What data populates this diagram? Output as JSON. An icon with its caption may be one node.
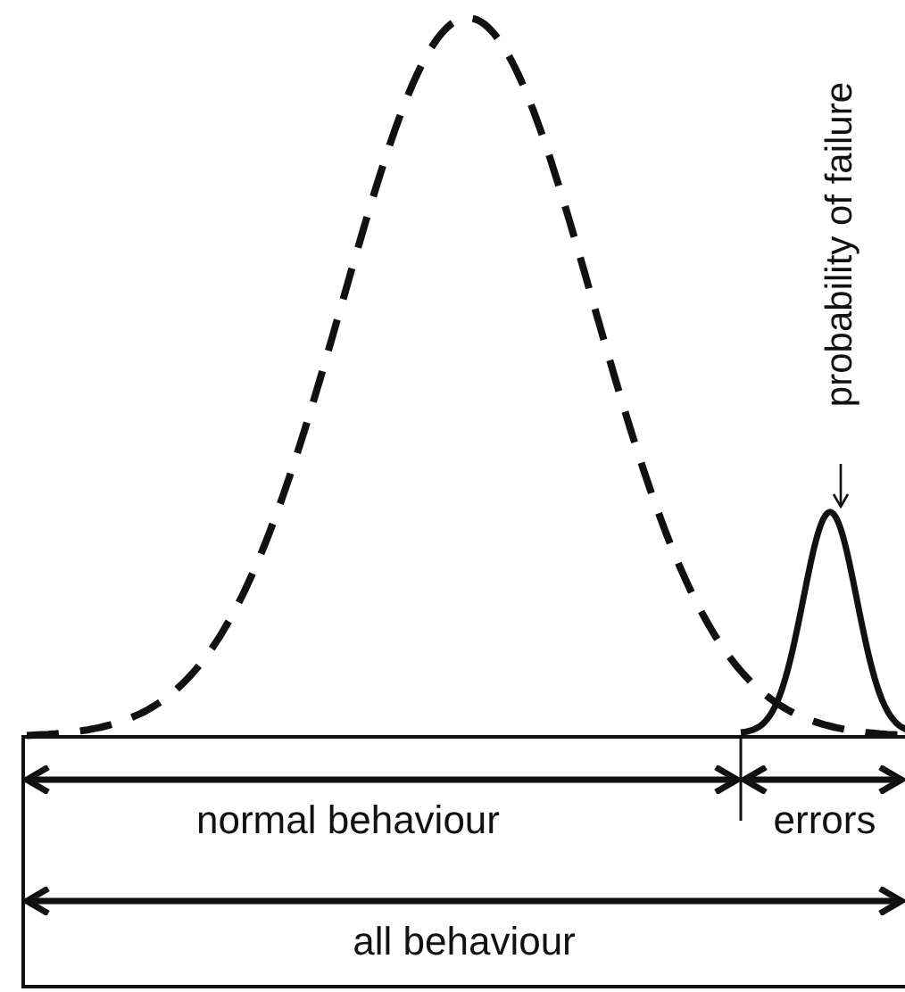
{
  "diagram": {
    "nodes": [
      {
        "text": [
          "probability of failure"
        ]
      },
      {
        "text": [],
        "shape": "picture"
      }
    ],
    "edges": [
      {
        "from": 0,
        "to": 1,
        "arrow": "to"
      }
    ],
    "labels": [
      "normal behaviour",
      "errors",
      "all behaviour"
    ]
  }
}
